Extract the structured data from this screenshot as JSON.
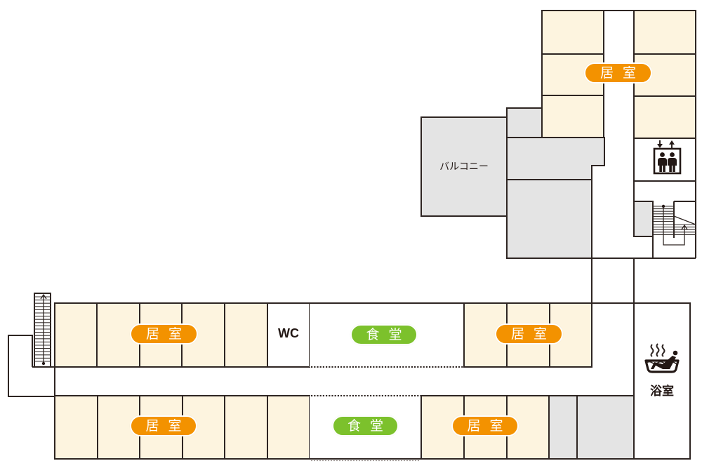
{
  "plan": {
    "north_wing": {
      "living_label": "居室"
    },
    "balcony": {
      "label": "バルコニー"
    },
    "south_wing": {
      "upper_row": {
        "living_west_label": "居室",
        "wc_label": "WC",
        "dining_label": "食堂",
        "living_east_label": "居室"
      },
      "lower_row": {
        "living_west_label": "居室",
        "dining_label": "食堂",
        "living_east_label": "居室"
      }
    },
    "bath": {
      "label": "浴室"
    }
  },
  "icons": {
    "elevator": "elevator-icon",
    "bath": "bath-icon",
    "stairs": "stairs-icon"
  },
  "colors": {
    "wall": "#2e2522",
    "living_room_fill": "#fdf4df",
    "service_area_fill": "#e4e4e4",
    "living_label_bg": "#f39200",
    "dining_label_bg": "#7cc12c",
    "label_text": "#ffffff"
  }
}
